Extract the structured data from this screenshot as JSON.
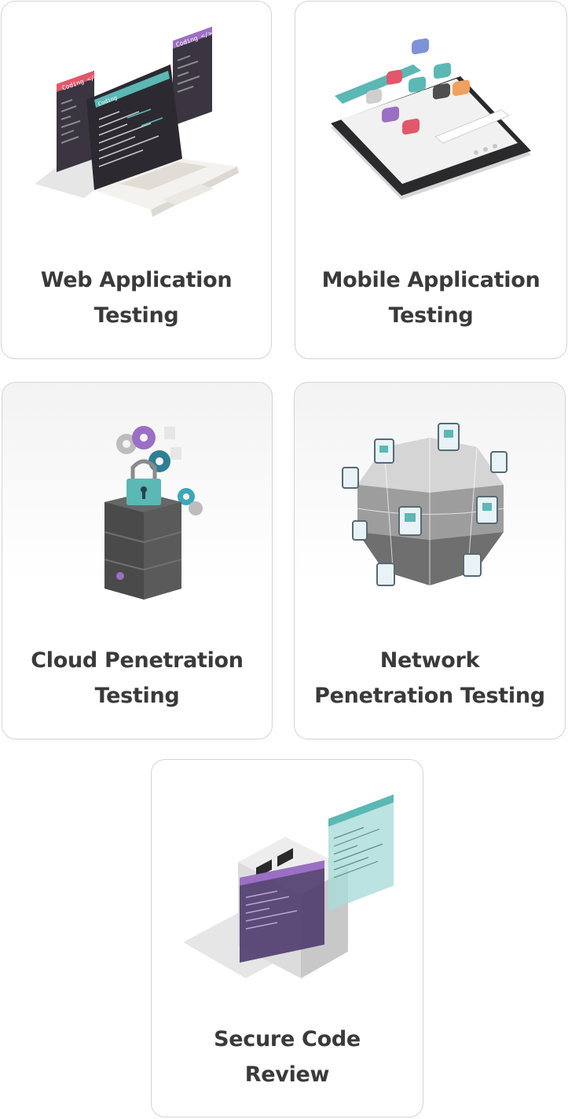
{
  "cards": [
    {
      "id": "web",
      "title_lines": [
        "Web Application",
        "Testing"
      ]
    },
    {
      "id": "mobile",
      "title_lines": [
        "Mobile Application",
        "Testing"
      ]
    },
    {
      "id": "cloud",
      "title_lines": [
        "Cloud Penetration",
        "Testing"
      ]
    },
    {
      "id": "network",
      "title_lines": [
        "Network",
        "Penetration Testing"
      ]
    },
    {
      "id": "code",
      "title_lines": [
        "Secure Code",
        "Review"
      ]
    }
  ],
  "illustrations": {
    "web": {
      "window_labels": [
        "Coding </>",
        "Coding </>",
        "Coding"
      ]
    }
  },
  "colors": {
    "title": "#3a3a3a",
    "border": "#d4d4d4",
    "teal": "#5bb8b4",
    "purple": "#9b6fc4",
    "pink": "#e2576b",
    "dark": "#2f2b33"
  }
}
